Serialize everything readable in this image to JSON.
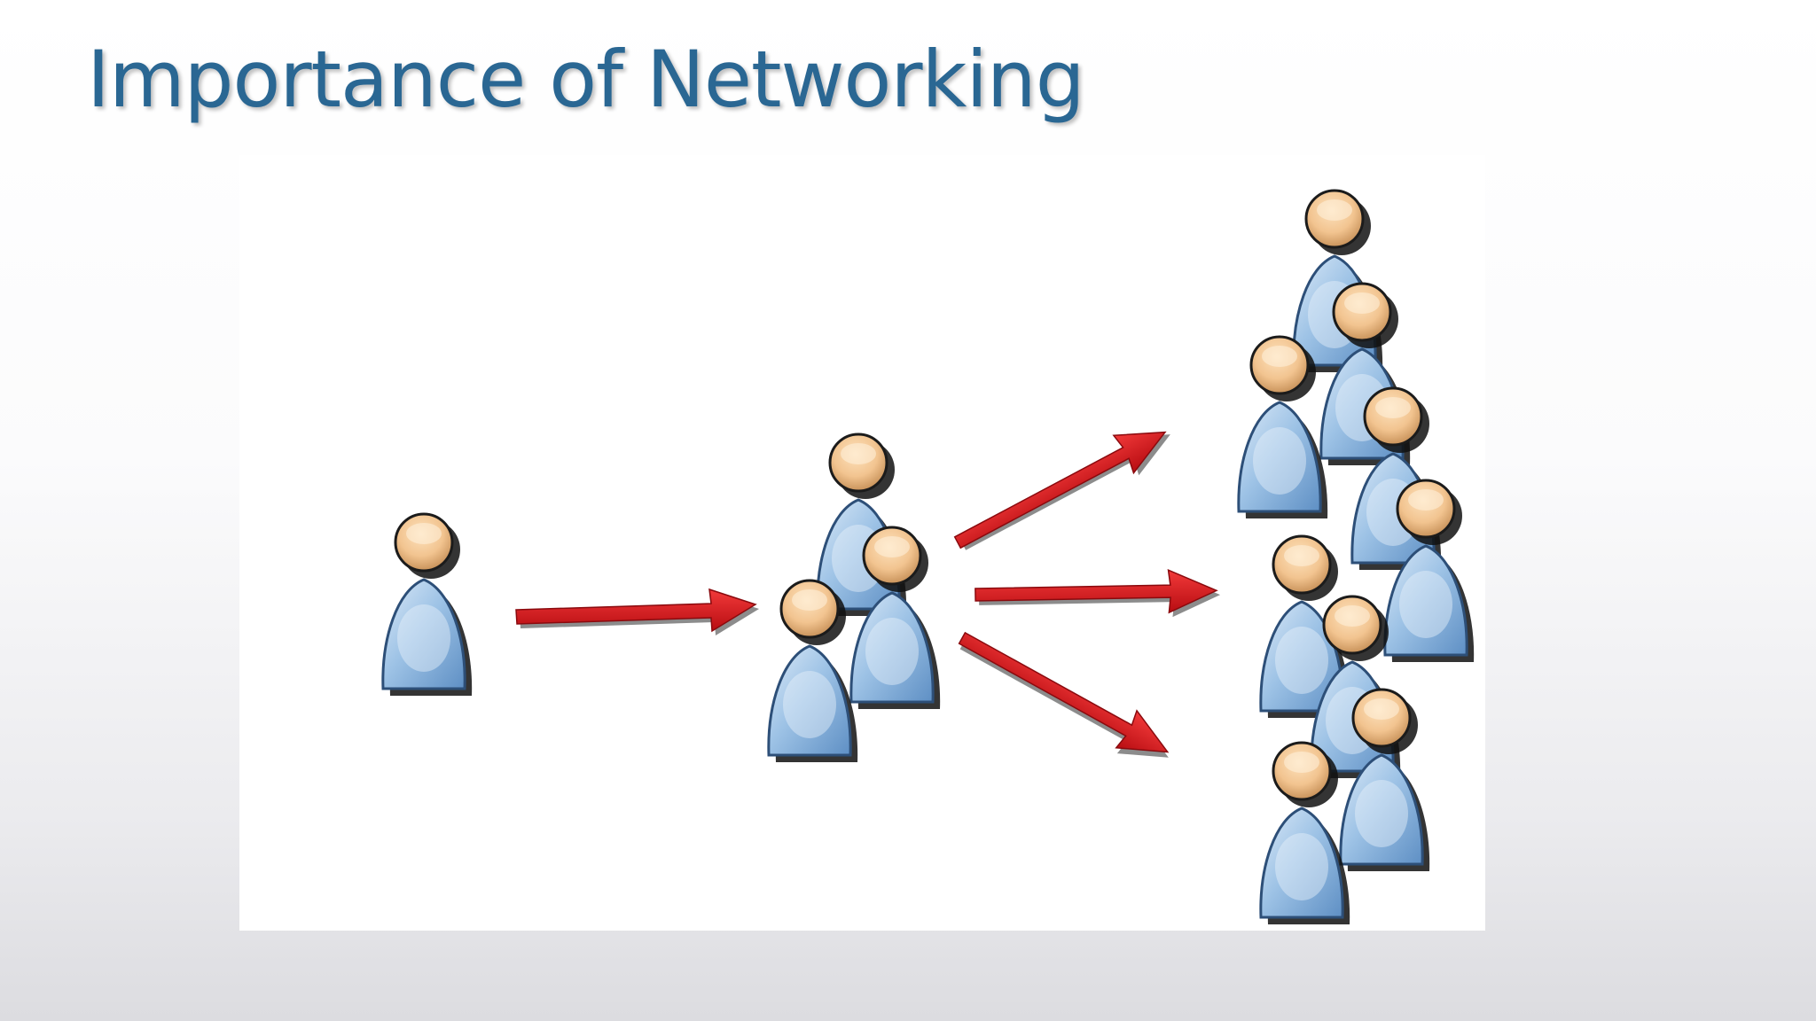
{
  "slide": {
    "title": "Importance of Networking"
  },
  "diagram": {
    "description_colors": {
      "title": "#2a6793",
      "arrow": "#e0161c",
      "head": "#f2c490",
      "body": "#8fb8e0"
    },
    "stages": [
      {
        "name": "one-person",
        "people": 1
      },
      {
        "name": "three-people",
        "people": 3
      },
      {
        "name": "many-people",
        "people": 9
      }
    ],
    "arrows": 4,
    "icons": [
      "person-icon",
      "arrow-icon"
    ]
  }
}
